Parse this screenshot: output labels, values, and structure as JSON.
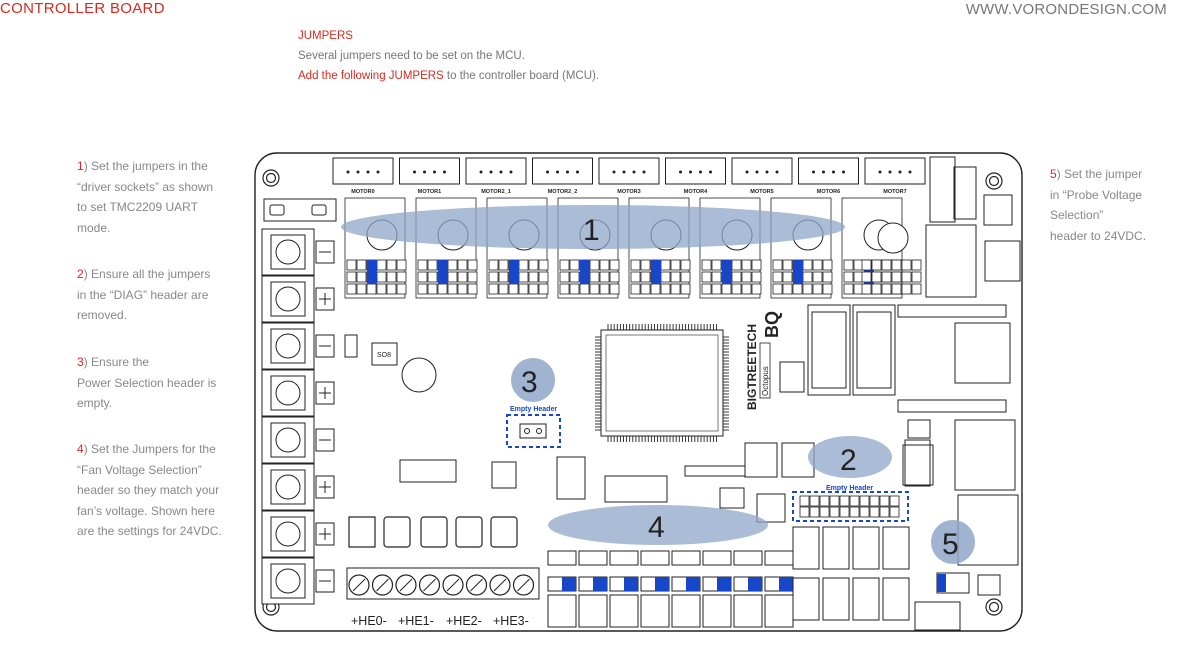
{
  "header": {
    "left": "CONTROLLER BOARD",
    "right": "WWW.VORONDESIGN.COM"
  },
  "intro": {
    "title": "JUMPERS",
    "line1": "Several jumpers need to be set on the MCU.",
    "line2_red": "Add the following JUMPERS",
    "line2_rest": " to the controller board (MCU)."
  },
  "notes": [
    {
      "num": "1",
      "lines": [
        ") Set the jumpers in the",
        "“driver sockets” as shown",
        "to set TMC2209 UART",
        "mode."
      ]
    },
    {
      "num": "2",
      "lines": [
        ") Ensure all the jumpers",
        "in the “DIAG” header are",
        "removed."
      ]
    },
    {
      "num": "3",
      "lines": [
        ") Ensure the",
        "Power Selection header is",
        "empty."
      ]
    },
    {
      "num": "4",
      "lines": [
        ") Set the Jumpers for the",
        "“Fan Voltage Selection”",
        "header so they match your",
        "fan’s voltage. Shown here",
        "are the settings for 24VDC."
      ]
    },
    {
      "num": "5",
      "lines": [
        ") Set the jumper",
        "in “Probe Voltage",
        "Selection”",
        "header to 24VDC."
      ]
    }
  ],
  "board": {
    "motor_labels": [
      "MOTOR0",
      "MOTOR1",
      "MOTOR2_1",
      "MOTOR2_2",
      "MOTOR3",
      "MOTOR4",
      "MOTOR5",
      "MOTOR6",
      "MOTOR7"
    ],
    "brand": "BIGTREETECH",
    "model": "Octopus",
    "ic_label": "SO8",
    "empty_header": "Empty Header",
    "heater_labels": [
      "+HE0-",
      "+HE1-",
      "+HE2-",
      "+HE3-"
    ],
    "markers": [
      "1",
      "2",
      "3",
      "4",
      "5"
    ],
    "accent": "#1846c9",
    "marker_fill": "#8fa6c8"
  }
}
